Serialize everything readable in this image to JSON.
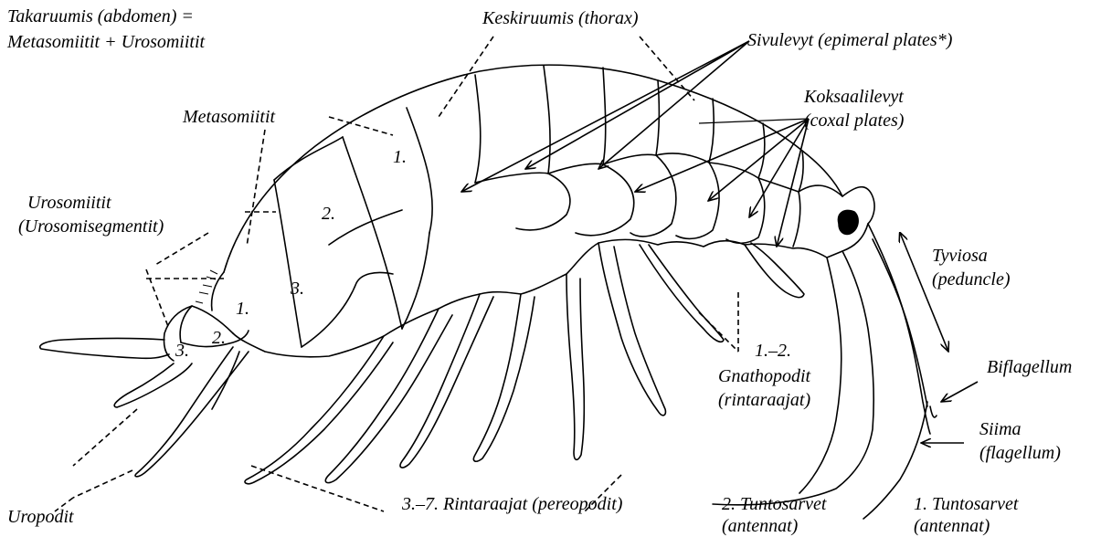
{
  "labels": {
    "abdomen_line1": "Takaruumis (abdomen) =",
    "abdomen_line2": "Metasomiitit + Urosomiitit",
    "thorax": "Keskiruumis (thorax)",
    "epimeral": "Sivulevyt (epimeral plates*)",
    "coxal_line1": "Koksaalilevyt",
    "coxal_line2": "(coxal plates)",
    "metasomiitit": "Metasomiitit",
    "urosomiitit_line1": "Urosomiitit",
    "urosomiitit_line2": "(Urosomisegmentit)",
    "peduncle_line1": "Tyviosa",
    "peduncle_line2": "(peduncle)",
    "gnathopodit_num": "1.–2.",
    "gnathopodit_line1": "Gnathopodit",
    "gnathopodit_line2": "(rintaraajat)",
    "biflagellum": "Biflagellum",
    "siima_line1": "Siima",
    "siima_line2": "(flagellum)",
    "uropodit": "Uropodit",
    "pereopodit": "3.–7. Rintaraajat (pereopodit)",
    "antenna2_line1": "2. Tuntosarvet",
    "antenna2_line2": "(antennat)",
    "antenna1_line1": "1. Tuntosarvet",
    "antenna1_line2": "(antennat)"
  },
  "segment_numbers": {
    "meta1": "1.",
    "meta2": "2.",
    "meta3": "3.",
    "uro1": "1.",
    "uro2": "2.",
    "uro3": "3."
  }
}
